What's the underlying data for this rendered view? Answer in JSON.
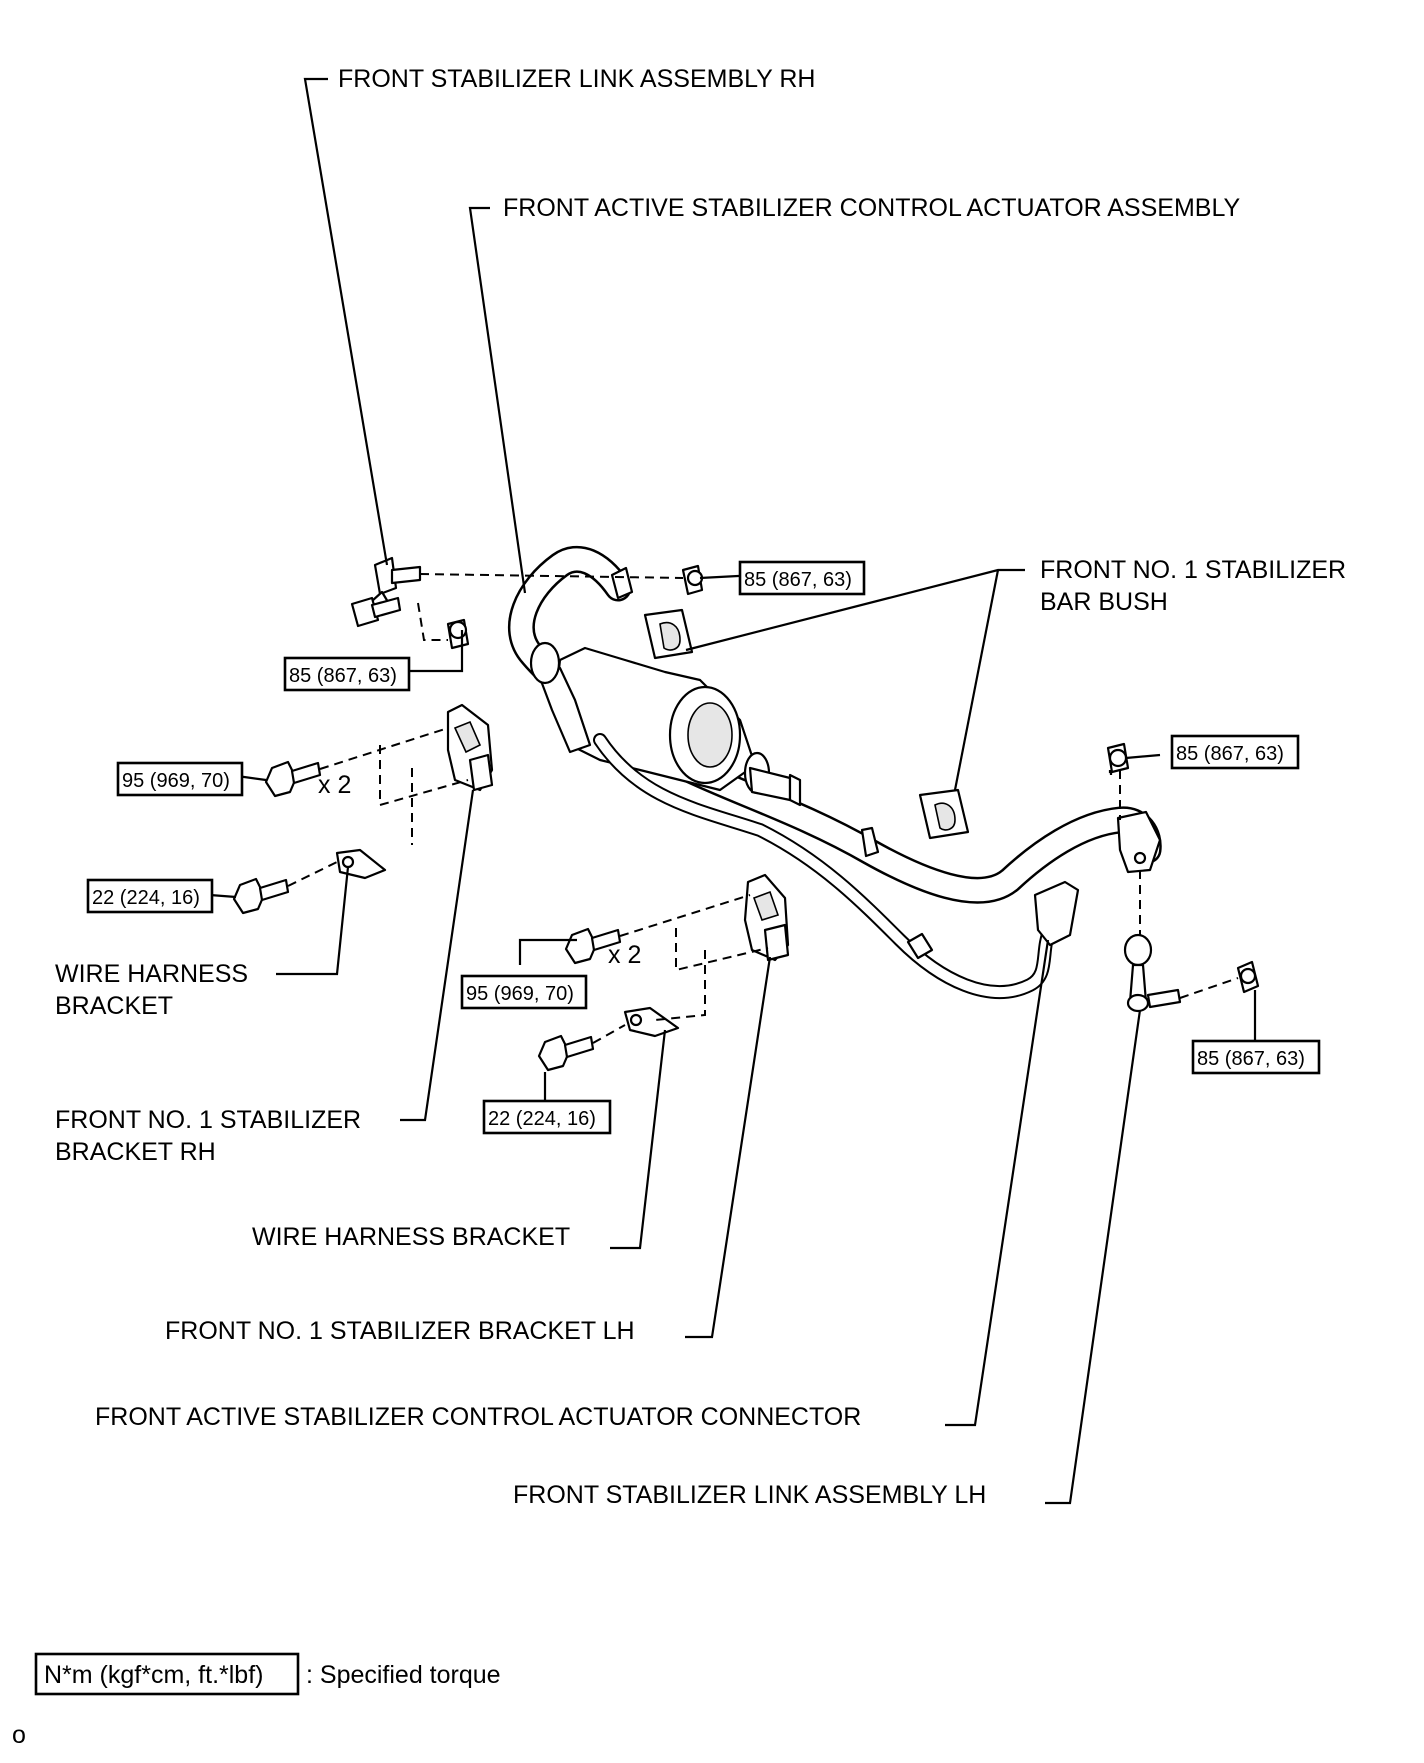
{
  "labels": {
    "link_rh": "FRONT STABILIZER LINK ASSEMBLY RH",
    "actuator_assembly": "FRONT ACTIVE STABILIZER CONTROL ACTUATOR ASSEMBLY",
    "bar_bush_line1": "FRONT NO. 1 STABILIZER",
    "bar_bush_line2": "BAR BUSH",
    "wire_harness_bracket_rh_line1": "WIRE HARNESS",
    "wire_harness_bracket_rh_line2": "BRACKET",
    "bracket_rh_line1": "FRONT NO. 1 STABILIZER",
    "bracket_rh_line2": "BRACKET RH",
    "wire_harness_bracket_lh": "WIRE HARNESS BRACKET",
    "bracket_lh": "FRONT NO. 1 STABILIZER BRACKET LH",
    "actuator_connector": "FRONT ACTIVE STABILIZER CONTROL ACTUATOR CONNECTOR",
    "link_lh": "FRONT STABILIZER LINK ASSEMBLY LH"
  },
  "torques": {
    "link_rh_upper": "85 (867, 63)",
    "link_rh_lower": "85 (867, 63)",
    "link_lh_upper": "85 (867, 63)",
    "link_lh_lower": "85 (867, 63)",
    "bracket_rh_bolt": "95 (969, 70)",
    "harness_rh_bolt": "22 (224, 16)",
    "bracket_lh_bolt": "95 (969, 70)",
    "harness_lh_bolt": "22 (224, 16)"
  },
  "quantities": {
    "bracket_rh_bolts": "x 2",
    "bracket_lh_bolts": "x 2"
  },
  "legend": {
    "unit_box": "N*m (kgf*cm, ft.*lbf)",
    "description": ": Specified torque"
  },
  "corner_mark": "o"
}
